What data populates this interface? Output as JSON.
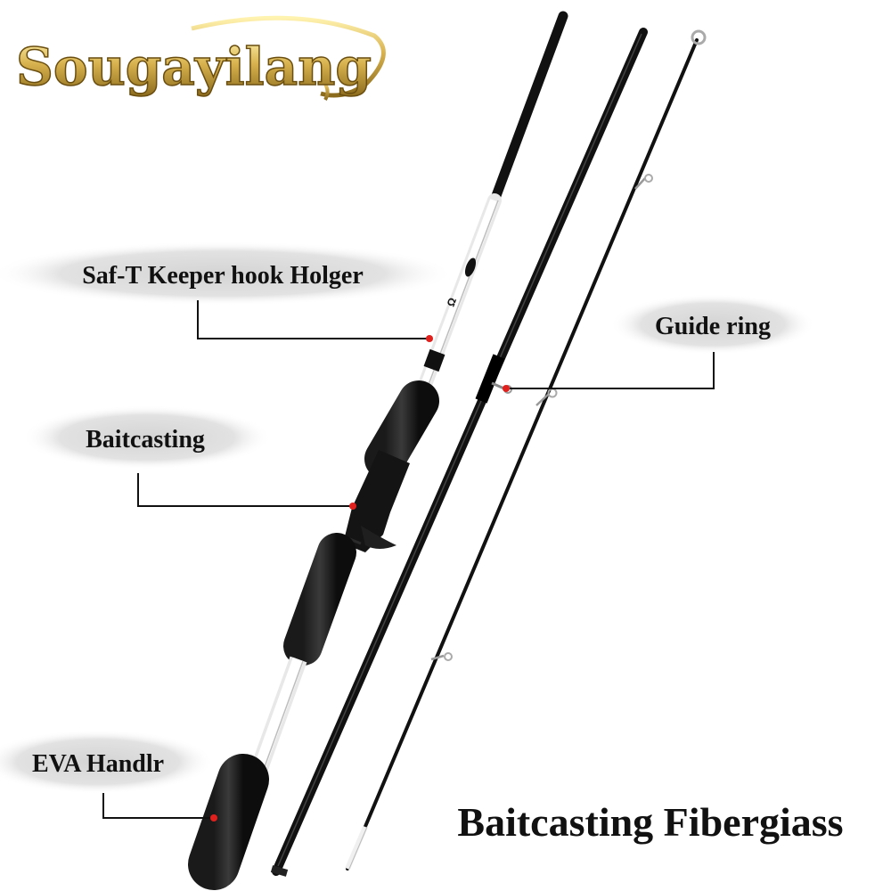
{
  "brand": {
    "name": "Sougayilang"
  },
  "callouts": [
    {
      "id": "hook-keeper",
      "label": "Saf-T Keeper hook Holger"
    },
    {
      "id": "guide-ring",
      "label": "Guide ring"
    },
    {
      "id": "reel-seat",
      "label": "Baitcasting"
    },
    {
      "id": "handle",
      "label": "EVA Handlr"
    }
  ],
  "caption": "Baitcasting Fibergiass",
  "colors": {
    "brand_gold": "#c9a64a",
    "marker_red": "#e0201c",
    "rod_black": "#111111",
    "rod_white": "#f4f4f4",
    "label_bg": "#dcdcdc"
  }
}
